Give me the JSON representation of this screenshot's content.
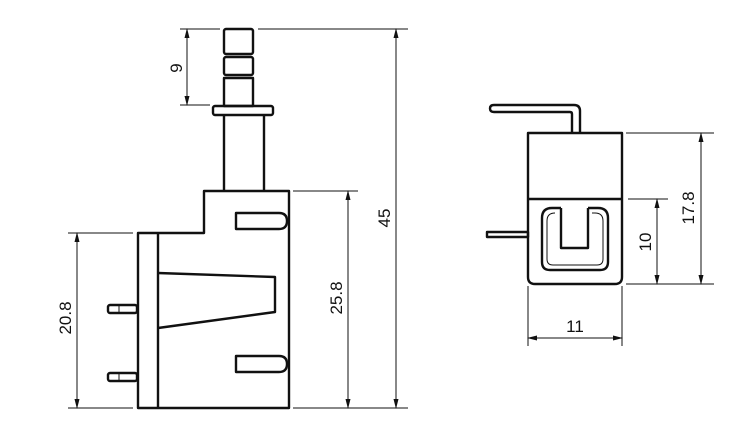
{
  "drawing": {
    "front_view": {
      "dimensions": {
        "plunger_travel": "9",
        "overall_height": "45",
        "body_height": "25.8",
        "lower_body_height": "20.8"
      }
    },
    "side_view": {
      "dimensions": {
        "height": "17.8",
        "window_height": "10",
        "width": "11"
      }
    }
  }
}
